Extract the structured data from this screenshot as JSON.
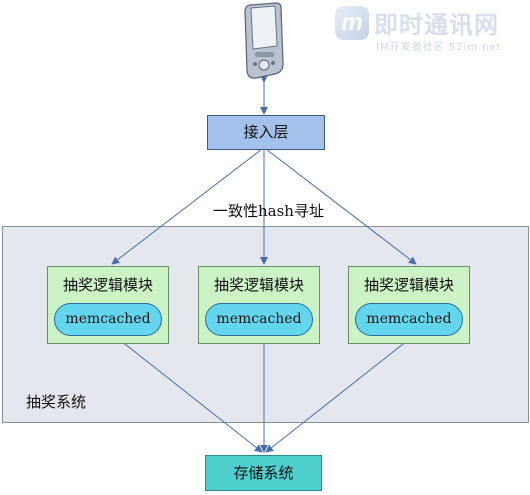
{
  "watermark": {
    "logo_letter": "m",
    "title": "即时通讯网",
    "subtitle": "IM开发者社区 52im.net"
  },
  "nodes": {
    "access_layer": "接入层",
    "hash_label": "一致性hash寻址",
    "system_label": "抽奖系统",
    "storage": "存储系统",
    "modules": [
      {
        "title": "抽奖逻辑模块",
        "cache": "memcached"
      },
      {
        "title": "抽奖逻辑模块",
        "cache": "memcached"
      },
      {
        "title": "抽奖逻辑模块",
        "cache": "memcached"
      }
    ]
  },
  "colors": {
    "arrow": "#4a6fa8",
    "access_fill": "#a3c1ea",
    "storage_fill": "#4fd0cf",
    "module_fill": "#ccf2c5",
    "cache_fill": "#63d6ee",
    "system_fill": "#e4e8ee"
  }
}
